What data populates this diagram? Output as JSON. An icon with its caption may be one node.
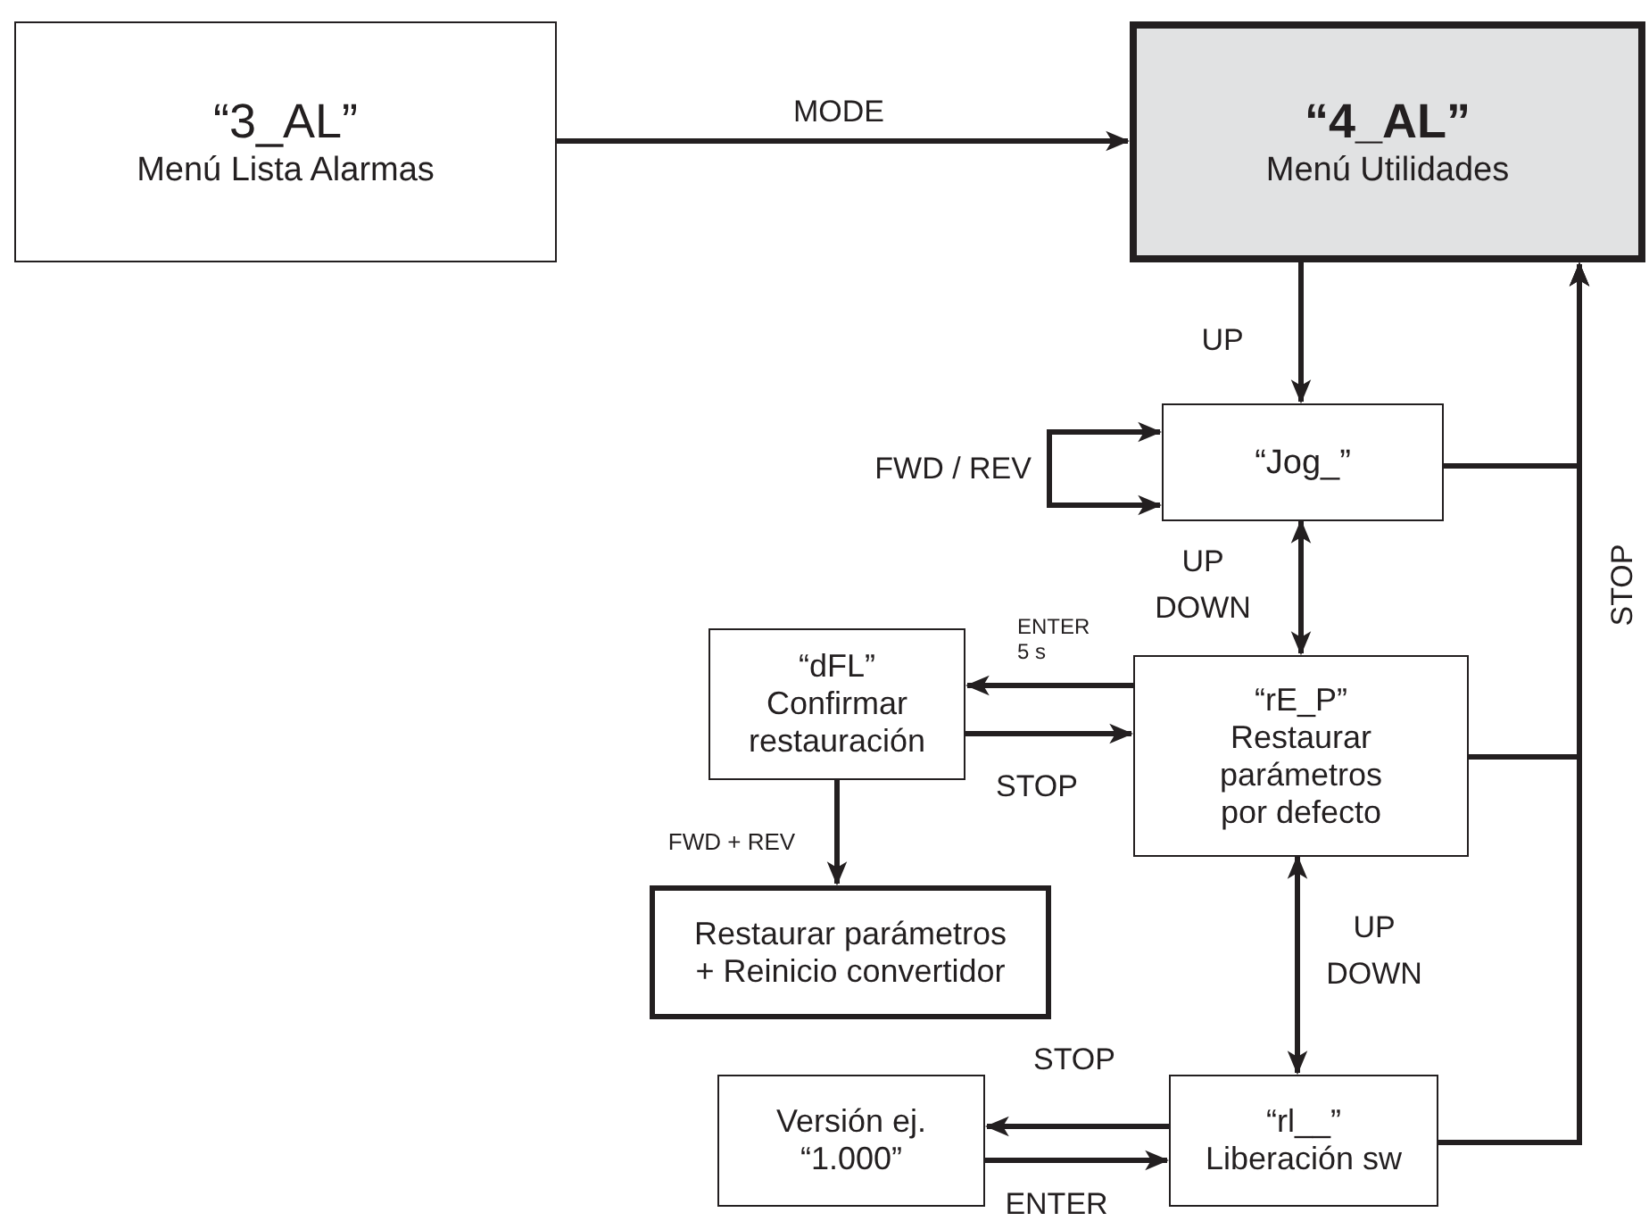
{
  "diagram": {
    "nodes": [
      {
        "text": [
          "“3_AL”",
          "Menú Lista Alarmas"
        ]
      },
      {
        "text": [
          "“4_AL”",
          "Menú Utilidades"
        ]
      },
      {
        "text": [
          "“Jog_”"
        ]
      },
      {
        "text": [
          "“dFL”",
          "Confirmar restauración"
        ]
      },
      {
        "text": [
          "“rE_P”",
          "Restaurar parámetros por defecto"
        ]
      },
      {
        "text": [
          "Restaurar parámetros + Reinicio convertidor"
        ]
      },
      {
        "text": [
          "Versión ej.",
          "“1.000”"
        ]
      },
      {
        "text": [
          "“rl__”",
          "Liberación sw"
        ]
      }
    ],
    "edges": [
      {
        "from": 0,
        "to": 1,
        "arrow": "to",
        "label": "MODE"
      },
      {
        "from": 1,
        "to": 2,
        "arrow": "to",
        "label": "UP"
      },
      {
        "from": 2,
        "to": 2,
        "arrow": "both",
        "label": "FWD / REV"
      },
      {
        "from": 2,
        "to": 4,
        "arrow": "both",
        "label": "UP DOWN"
      },
      {
        "from": 4,
        "to": 3,
        "arrow": "to",
        "label": "ENTER 5 s"
      },
      {
        "from": 3,
        "to": 4,
        "arrow": "to",
        "label": "STOP"
      },
      {
        "from": 3,
        "to": 5,
        "arrow": "to",
        "label": "FWD + REV"
      },
      {
        "from": 4,
        "to": 7,
        "arrow": "both",
        "label": "UP DOWN"
      },
      {
        "from": 7,
        "to": 6,
        "arrow": "to",
        "label": "STOP"
      },
      {
        "from": 6,
        "to": 7,
        "arrow": "to",
        "label": "ENTER"
      },
      {
        "from": 2,
        "to": 1,
        "arrow": "to"
      },
      {
        "from": 4,
        "to": 1,
        "arrow": "to"
      },
      {
        "from": 7,
        "to": 1,
        "arrow": "to",
        "label": "STOP"
      }
    ]
  }
}
